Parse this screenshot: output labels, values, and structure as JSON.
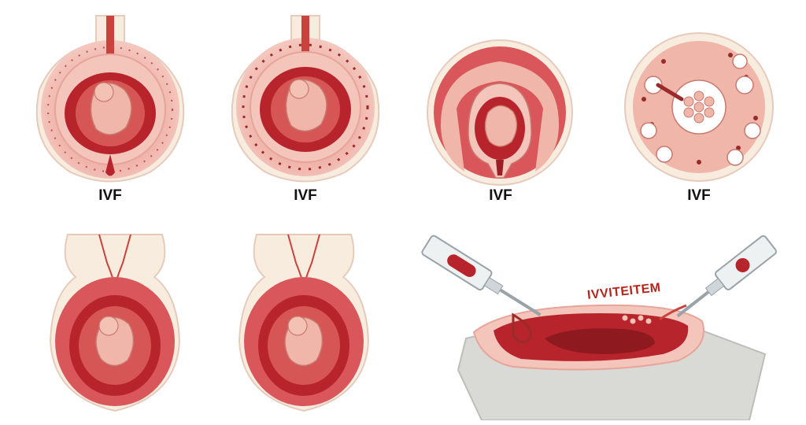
{
  "figures": [
    {
      "caption": "IVF"
    },
    {
      "caption": "IVF"
    },
    {
      "caption": "IVF"
    },
    {
      "caption": "IVF"
    }
  ],
  "procedure_label": "IVVITEITEM",
  "colors": {
    "tissue_outer": "#f4c9c0",
    "tissue_rim": "#f7ecdd",
    "cavity_dark": "#b8242b",
    "cavity_mid": "#d65555",
    "embryo": "#f0b6a9",
    "syringe_glass": "#eef1f2",
    "drape": "#d9d9d6"
  }
}
